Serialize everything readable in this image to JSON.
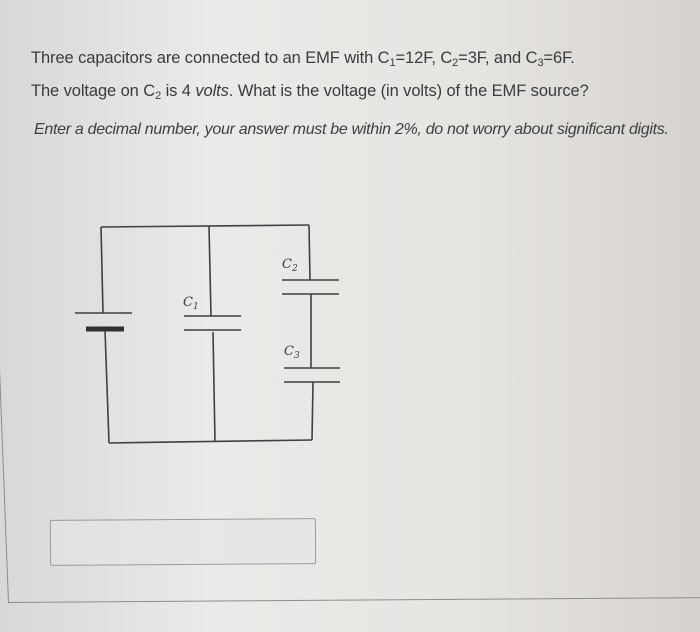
{
  "question": {
    "line1_prefix": "Three capacitors are connected to an EMF with C",
    "c1_sub": "1",
    "c1_value": "=12F, C",
    "c2_sub": "2",
    "c2_value": "=3F, and C",
    "c3_sub": "3",
    "c3_value": "=6F.",
    "line2_prefix": "The voltage on C",
    "line2_sub": "2",
    "line2_mid": " is 4 ",
    "line2_unit": "volts",
    "line2_suffix": ". What is the voltage (in volts) of the EMF source?"
  },
  "instructions": "Enter a decimal number, your answer must be within 2%,  do not worry about significant digits.",
  "diagram": {
    "labels": {
      "c1": "C",
      "c1_sub": "1",
      "c2": "C",
      "c2_sub": "2",
      "c3": "C",
      "c3_sub": "3"
    },
    "components": [
      "battery-emf",
      "capacitor-c1",
      "capacitor-c2",
      "capacitor-c3"
    ],
    "topology": "C1 in parallel with (C2 in series with C3), connected across EMF"
  },
  "answer": {
    "value": "",
    "placeholder": ""
  },
  "colors": {
    "text": "#3a3b3d",
    "wire": "#3f4042",
    "border": "#8f8d8c"
  }
}
